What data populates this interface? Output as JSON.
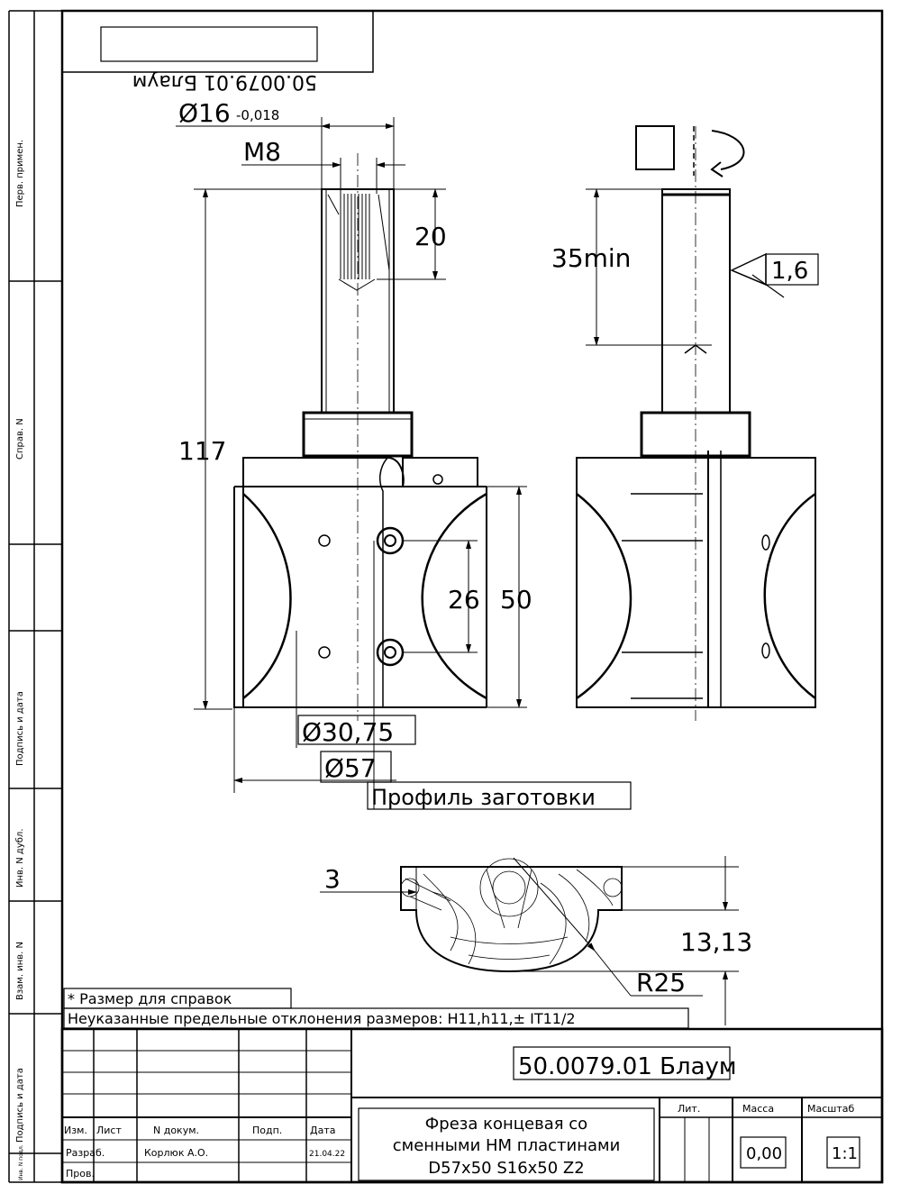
{
  "sheet": {
    "code_mirrored": "50.0079.01 Блаум",
    "code": "50.0079.01 Блаум"
  },
  "side_stamps": [
    "Перв. примен.",
    "Справ. N",
    "Подпись и дата",
    "Инв. N дубл.",
    "Взам. инв. N",
    "Подпись и дата",
    "Инв. N подл."
  ],
  "dimensions": {
    "shank_dia": "Ø16",
    "shank_tol": "-0,018",
    "thread": "M8",
    "thread_depth": "20",
    "overall_length": "117",
    "dim_26": "26",
    "dim_50": "50",
    "dia_30": "Ø30,75",
    "dia_57": "Ø57",
    "profile_label": "Профиль заготовки",
    "clamp_len": "35min",
    "roughness": "1,6",
    "dim_3": "3",
    "dim_13": "13,13",
    "radius": "R25"
  },
  "notes": {
    "note1": "* Размер для справок",
    "note2": "Неуказанные предельные отклонения размеров: H11,h11,± IT11/2"
  },
  "title_block": {
    "designation": "50.0079.01 Блаум",
    "name_line1": "Фреза концевая со",
    "name_line2": "сменными НМ пластинами",
    "name_line3": "D57x50 S16x50 Z2",
    "col_izm": "Изм.",
    "col_list": "Лист",
    "col_doc": "N докум.",
    "col_podp": "Подп.",
    "col_date": "Дата",
    "row_razrab": "Разраб.",
    "razrab_name": "Корлюк А.О.",
    "razrab_date": "21.04.22",
    "row_prov": "Пров.",
    "lit": "Лит.",
    "mass_label": "Масса",
    "mass_value": "0,00",
    "scale_label": "Масштаб",
    "scale_value": "1:1"
  }
}
